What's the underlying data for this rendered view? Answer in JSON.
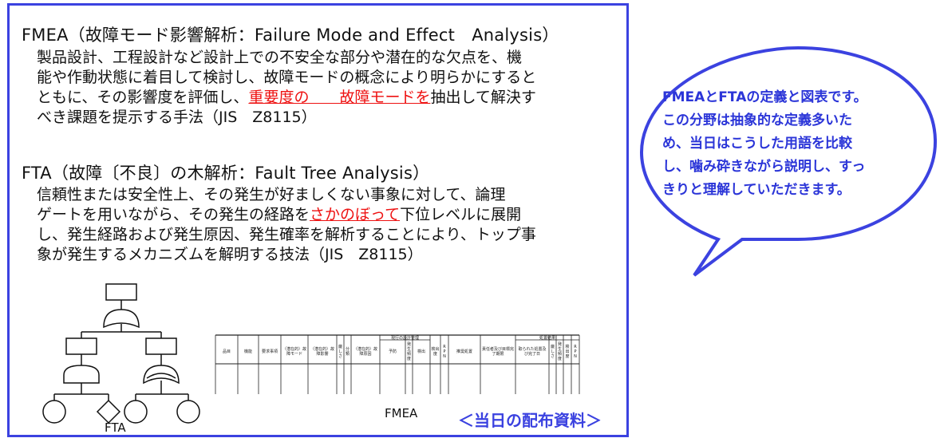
{
  "fmea": {
    "heading": "FMEA（故障モード影響解析：Failure Mode and Effect　Analysis）",
    "lines": [
      [
        {
          "t": "製品設計、工程設計など設計上での不安全な部分や潜在的な欠点を、機",
          "red": false
        }
      ],
      [
        {
          "t": "能や作動状態に着目して検討し、故障モードの概念により明らかにすると",
          "red": false
        }
      ],
      [
        {
          "t": "ともに、その影響度を評価し、",
          "red": false
        },
        {
          "t": "重要度の　　故障モードを",
          "red": true
        },
        {
          "t": "抽出して解決す",
          "red": false
        }
      ],
      [
        {
          "t": "べき課題を提示する手法（JIS　Z8115）",
          "red": false
        }
      ]
    ]
  },
  "fta": {
    "heading": "FTA（故障〔不良〕の木解析：Fault Tree Analysis）",
    "lines": [
      [
        {
          "t": "信頼性または安全性上、その発生が好ましくない事象に対して、論理",
          "red": false
        }
      ],
      [
        {
          "t": "ゲートを用いながら、その発生の経路を",
          "red": false
        },
        {
          "t": "さかのぼって",
          "red": true
        },
        {
          "t": "下位レベルに展開",
          "red": false
        }
      ],
      [
        {
          "t": "し、発生経路および発生原因、発生確率を解析することにより、トップ事",
          "red": false
        }
      ],
      [
        {
          "t": "象が発生するメカニズムを解明する技法（JIS　Z8115）",
          "red": false
        }
      ]
    ]
  },
  "captions": {
    "fta": "FTA",
    "fmea": "FMEA",
    "handout": "＜当日の配布資料＞"
  },
  "bubble": {
    "lines": [
      "FMEAとFTAの定義と図表です。",
      "この分野は抽象的な定義多いた",
      "め、当日はこうした用語を比較",
      "し、噛み砕きながら説明し、すっ",
      "きりと理解していただきます。"
    ]
  },
  "fmea_table": {
    "group_headers": [
      "現行の設計管理",
      "処置結果"
    ],
    "columns": [
      "品目",
      "機能",
      "要求事項",
      "（潜在的）故障モード",
      "（潜在的）故障影響",
      "厳しさ",
      "分類",
      "（潜在的）故障原因",
      "予防",
      "発生頻度",
      "検出",
      "検出度",
      "RPN",
      "推奨処置",
      "責任者及び目標完了期限",
      "取られた処置及び完了日",
      "厳しさ",
      "発生頻度",
      "検出度",
      "RPN"
    ]
  },
  "colors": {
    "frame": "#3b42e0",
    "emphasis": "#ee1111",
    "bubble_text": "#2b35d8"
  }
}
